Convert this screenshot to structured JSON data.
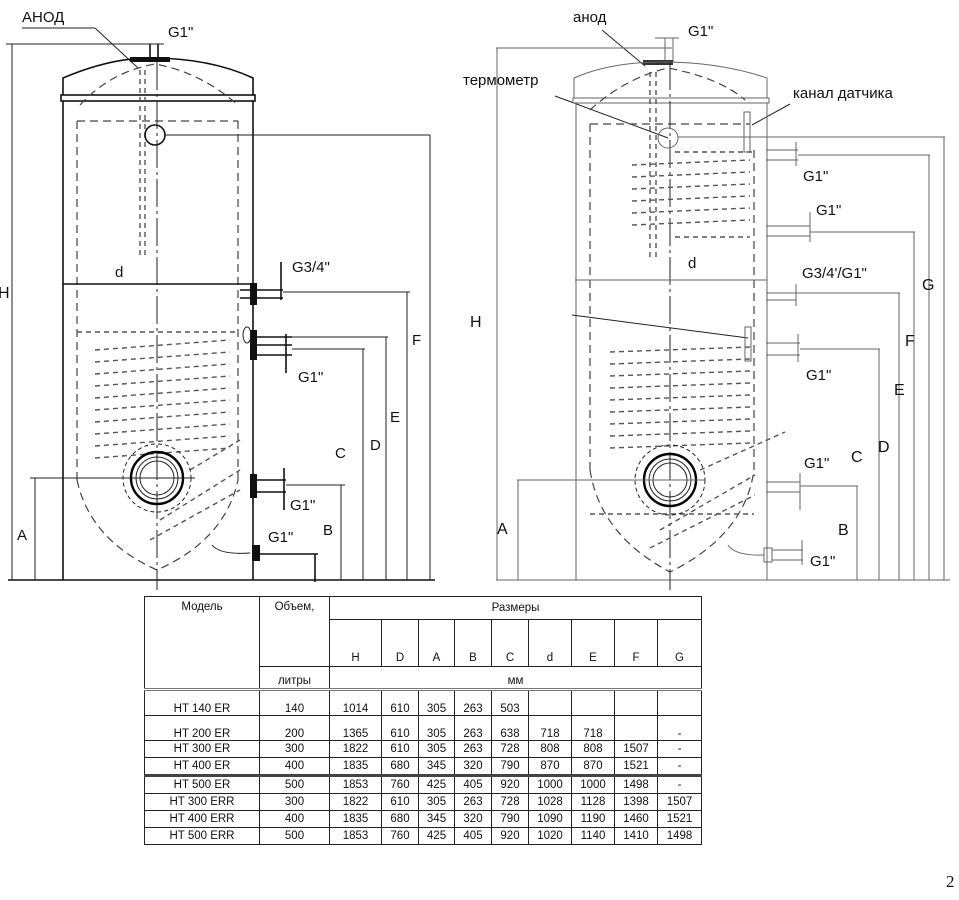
{
  "left_diagram": {
    "labels": {
      "anode": "АНОД",
      "top_conn": "G1\"",
      "conn_g34": "G3/4\"",
      "conn_g1_coil": "G1\"",
      "conn_g1_lower": "G1\"",
      "conn_g1_bottom": "G1\"",
      "d": "d",
      "H": "H",
      "A": "A",
      "B": "B",
      "C": "C",
      "D": "D",
      "E": "E",
      "F": "F"
    }
  },
  "right_diagram": {
    "labels": {
      "anode": "анод",
      "top_conn": "G1\"",
      "thermometer": "термометр",
      "sensor_channel": "канал датчика",
      "conn_g1_upper": "G1\"",
      "conn_g1_upper2": "G1\"",
      "conn_g34_g1": "G3/4'/G1\"",
      "conn_g1_mid": "G1\"",
      "conn_g1_lower": "G1\"",
      "conn_g1_bottom": "G1\"",
      "d": "d",
      "H": "H",
      "A": "A",
      "B": "B",
      "C": "C",
      "D": "D",
      "E": "E",
      "F": "F",
      "G": "G"
    }
  },
  "table": {
    "header": {
      "model": "Модель",
      "volume": "Объем,",
      "dimensions": "Размеры",
      "volume_unit": "литры",
      "dim_unit": "мм",
      "columns": [
        "H",
        "D",
        "A",
        "B",
        "C",
        "d",
        "E",
        "F",
        "G"
      ]
    },
    "rows": [
      {
        "model": "HT 140 ER",
        "volume": "140",
        "values": [
          "1014",
          "610",
          "305",
          "263",
          "503",
          "",
          "",
          "",
          ""
        ]
      },
      {
        "model": "HT 200 ER",
        "volume": "200",
        "values": [
          "1365",
          "610",
          "305",
          "263",
          "638",
          "718",
          "718",
          "",
          "-"
        ]
      },
      {
        "model": "HT 300 ER",
        "volume": "300",
        "values": [
          "1822",
          "610",
          "305",
          "263",
          "728",
          "808",
          "808",
          "1507",
          "-"
        ]
      },
      {
        "model": "HT 400 ER",
        "volume": "400",
        "values": [
          "1835",
          "680",
          "345",
          "320",
          "790",
          "870",
          "870",
          "1521",
          "-"
        ]
      },
      {
        "model": "HT 500 ER",
        "volume": "500",
        "values": [
          "1853",
          "760",
          "425",
          "405",
          "920",
          "1000",
          "1000",
          "1498",
          "-"
        ]
      },
      {
        "model": "HT 300 ERR",
        "volume": "300",
        "values": [
          "1822",
          "610",
          "305",
          "263",
          "728",
          "1028",
          "1128",
          "1398",
          "1507"
        ]
      },
      {
        "model": "HT 400 ERR",
        "volume": "400",
        "values": [
          "1835",
          "680",
          "345",
          "320",
          "790",
          "1090",
          "1190",
          "1460",
          "1521"
        ]
      },
      {
        "model": "HT 500 ERR",
        "volume": "500",
        "values": [
          "1853",
          "760",
          "425",
          "405",
          "920",
          "1020",
          "1140",
          "1410",
          "1498"
        ]
      }
    ]
  },
  "page_number": "2"
}
